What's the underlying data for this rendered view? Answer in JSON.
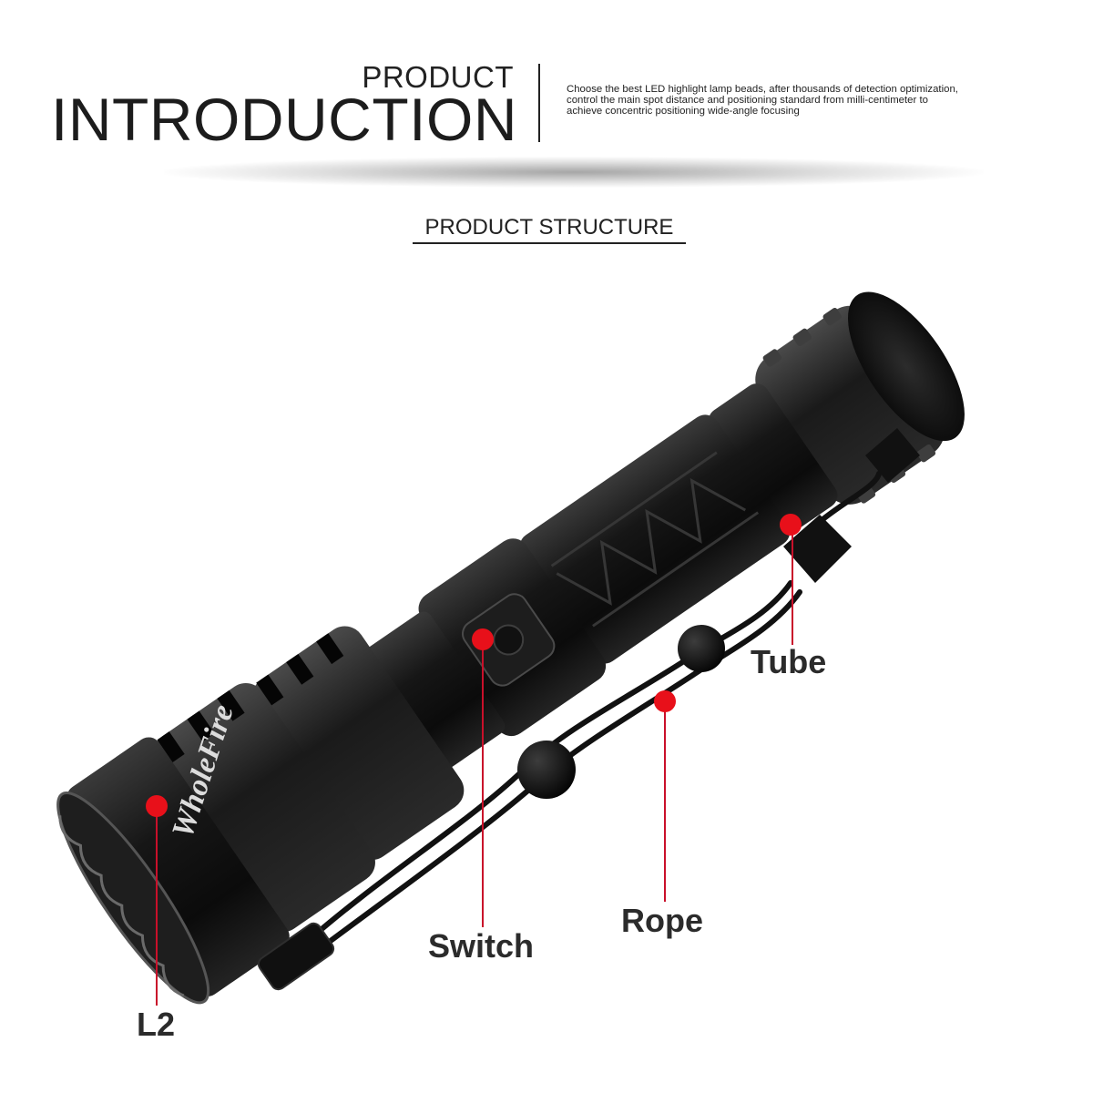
{
  "header": {
    "title_small": "PRODUCT",
    "title_large": "INTRODUCTION",
    "description_lines": [
      "Choose the best LED highlight lamp beads, after thousands of detection optimization,",
      "control the main spot distance and positioning standard from milli-centimeter to",
      "achieve concentric positioning wide-angle focusing"
    ]
  },
  "section_title": "PRODUCT STRUCTURE",
  "product": {
    "brand_text": "WholeFire"
  },
  "callouts": {
    "tube": "Tube",
    "switch": "Switch",
    "rope": "Rope",
    "head": "L2"
  },
  "colors": {
    "callout_dot": "#e8101a",
    "callout_line": "#c9102a",
    "body": "#141414"
  }
}
